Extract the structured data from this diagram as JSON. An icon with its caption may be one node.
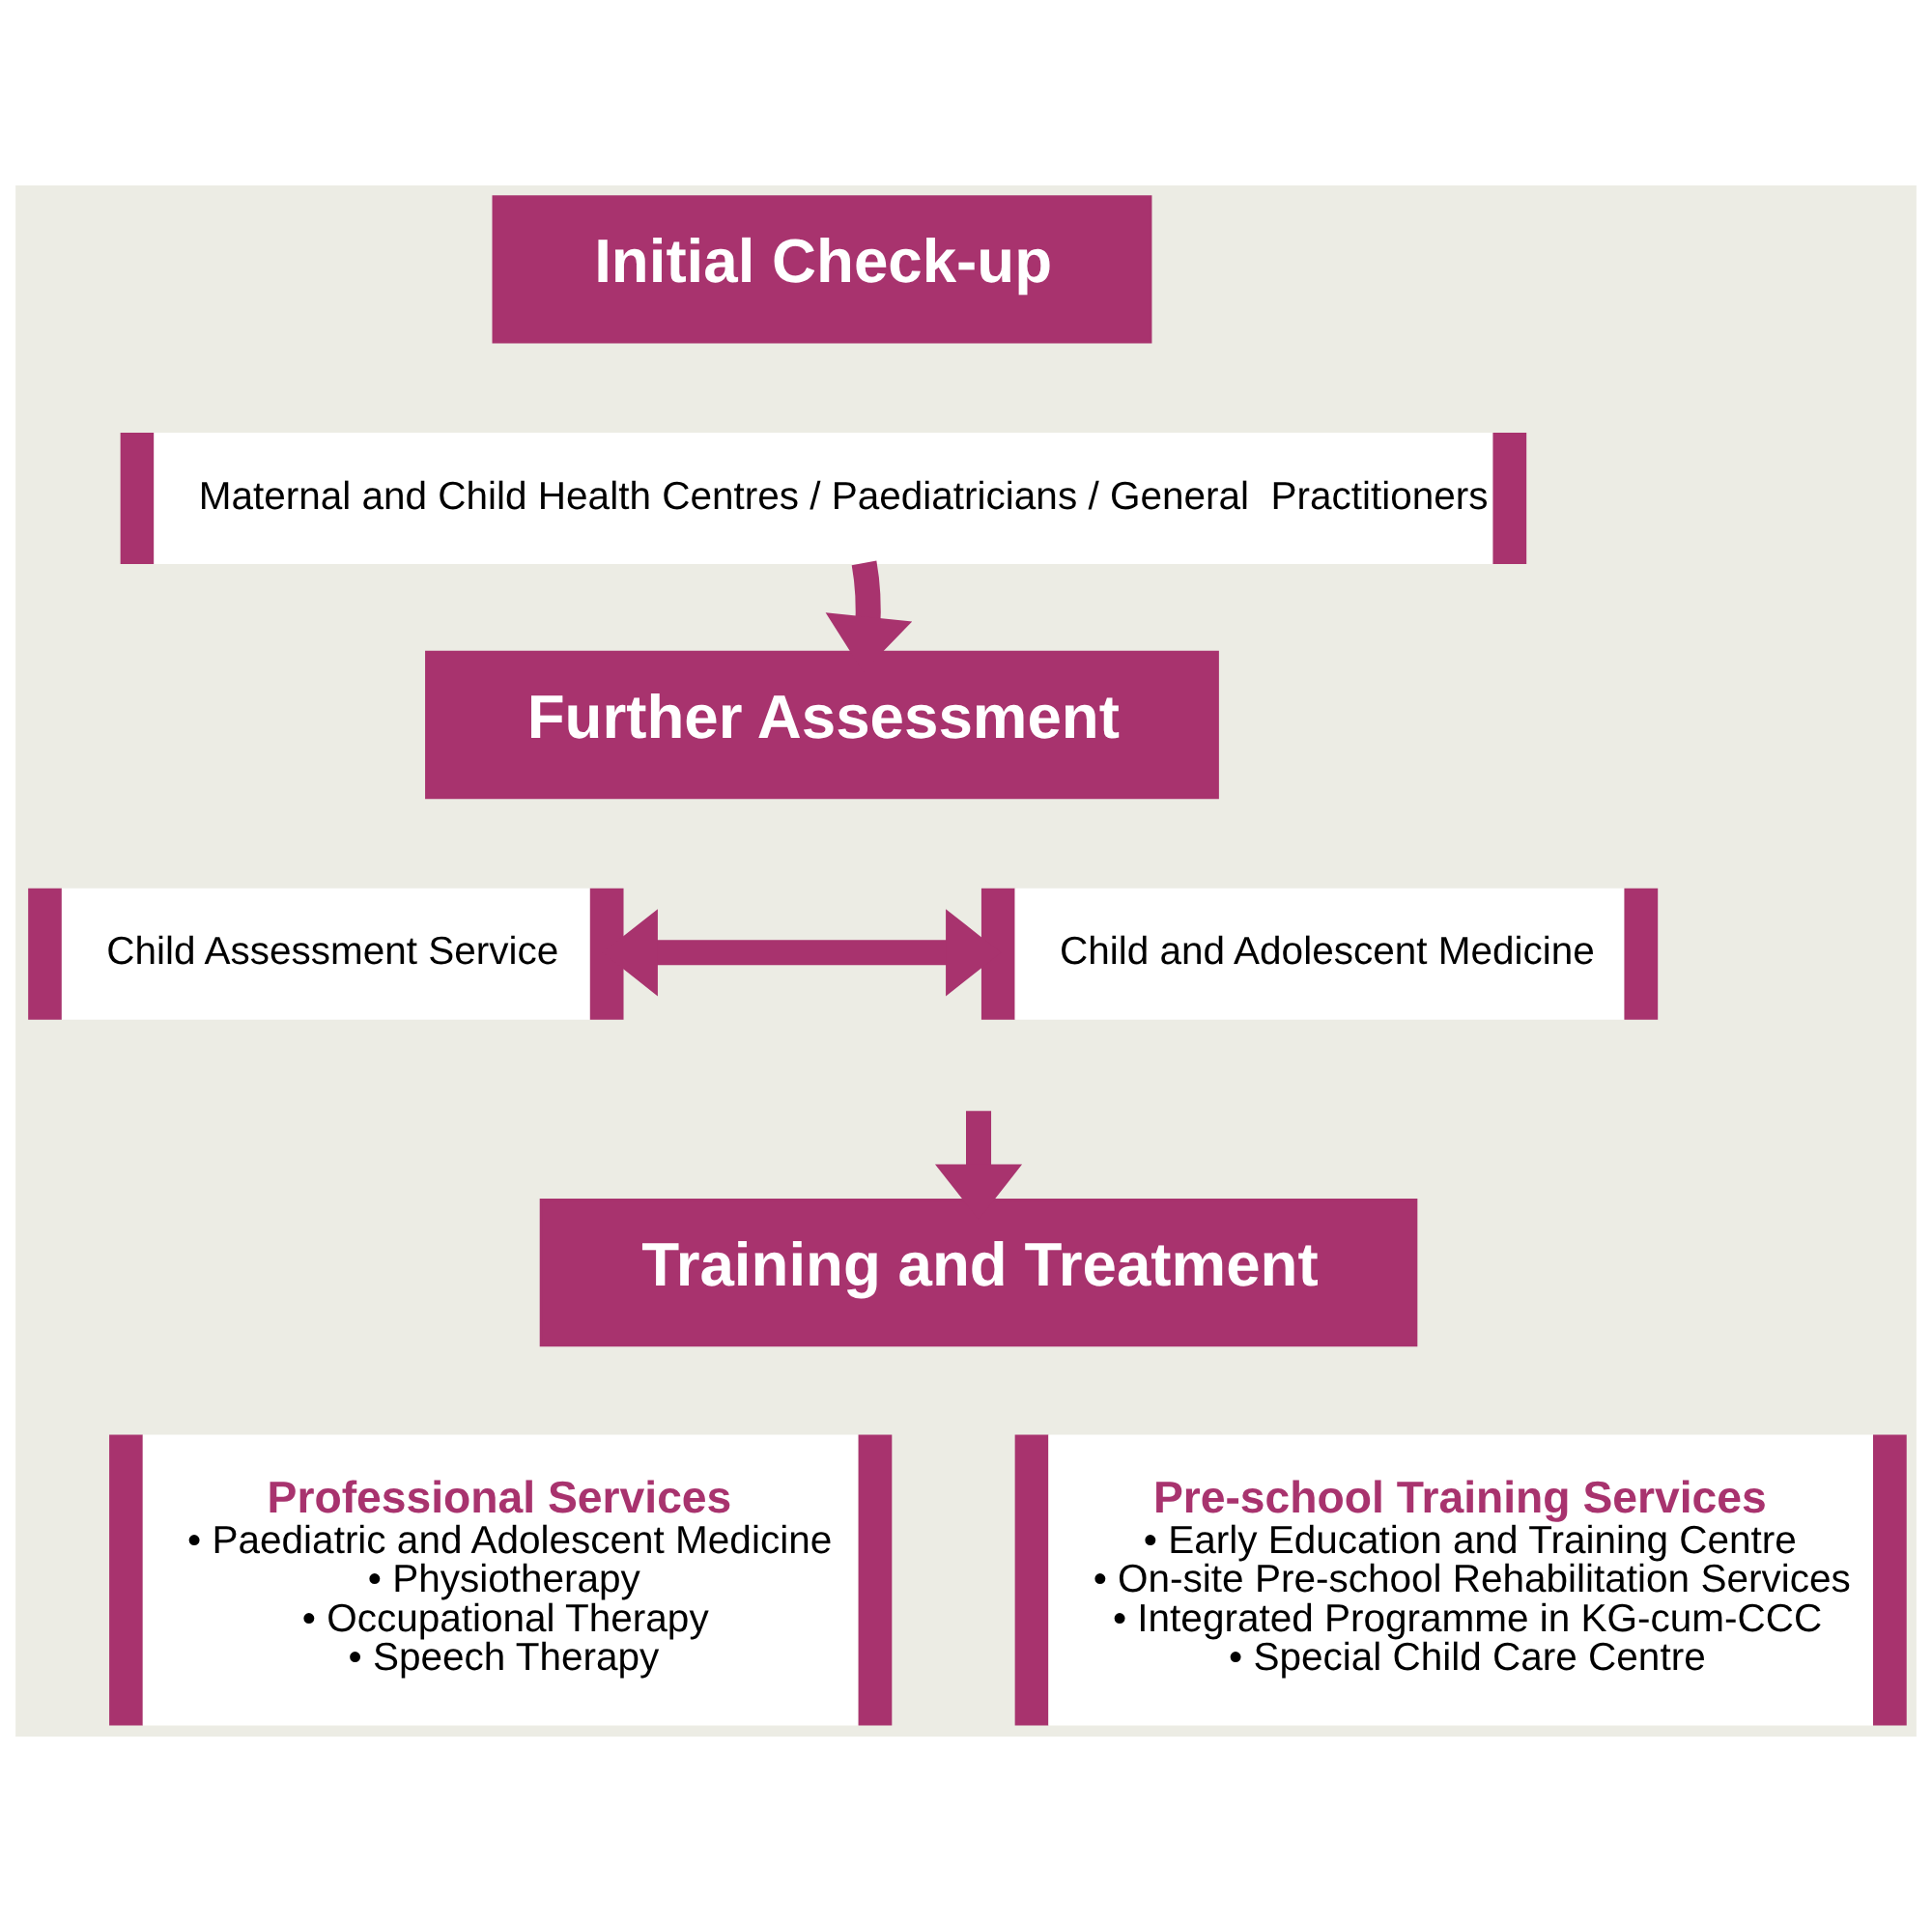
{
  "diagram": {
    "nodes": [
      {
        "text": [
          "Initial Check-up"
        ]
      },
      {
        "text": [
          "Maternal and Child Health Centres / Paediatricians / General  Practitioners"
        ]
      },
      {
        "text": [
          "Further Assessment"
        ]
      },
      {
        "text": [
          "Child Assessment Service"
        ]
      },
      {
        "text": [
          "Child and Adolescent Medicine"
        ]
      },
      {
        "text": [
          "Training and Treatment"
        ]
      },
      {
        "text": [
          "Professional Services",
          "• Paediatric and Adolescent Medicine",
          "• Physiotherapy",
          "• Occupational Therapy",
          "• Speech Therapy"
        ]
      },
      {
        "text": [
          "Pre-school Training Services",
          "• Early Education and Training Centre",
          "• On-site Pre-school Rehabilitation Services",
          "• Integrated Programme in KG-cum-CCC",
          "• Special Child Care Centre"
        ]
      }
    ],
    "edges": [
      {
        "from": 1,
        "to": 2,
        "arrow": "to"
      },
      {
        "from": 3,
        "to": 4,
        "arrow": "both"
      },
      {
        "from": null,
        "to": 5,
        "arrow": "to"
      }
    ]
  }
}
